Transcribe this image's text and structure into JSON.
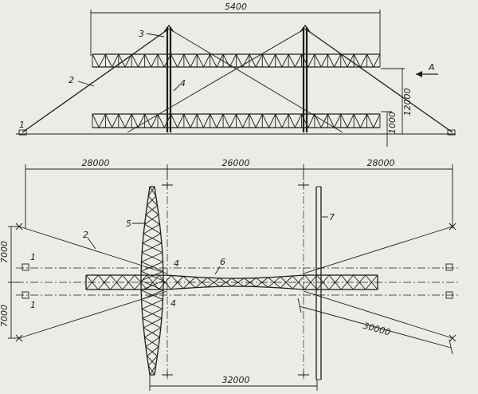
{
  "elevation": {
    "dims": {
      "top_width": "5400",
      "upper_height": "12000",
      "lower_height": "1000"
    },
    "labels": {
      "anchor_left": "1",
      "guy_left": "2",
      "mast_head": "3",
      "mast": "4"
    },
    "view_marker": "A"
  },
  "plan": {
    "dims": {
      "left_span": "28000",
      "mid_span": "26000",
      "right_span": "28000",
      "offset_top": "7000",
      "offset_bottom": "7000",
      "diag": "30000",
      "bottom_span": "32000"
    },
    "labels": {
      "anchor_top": "1",
      "anchor_bottom": "1",
      "guy": "2",
      "mast_top": "4",
      "mast_bottom": "4",
      "crane_truss": "5",
      "bridge_truss": "6",
      "track": "7"
    }
  }
}
